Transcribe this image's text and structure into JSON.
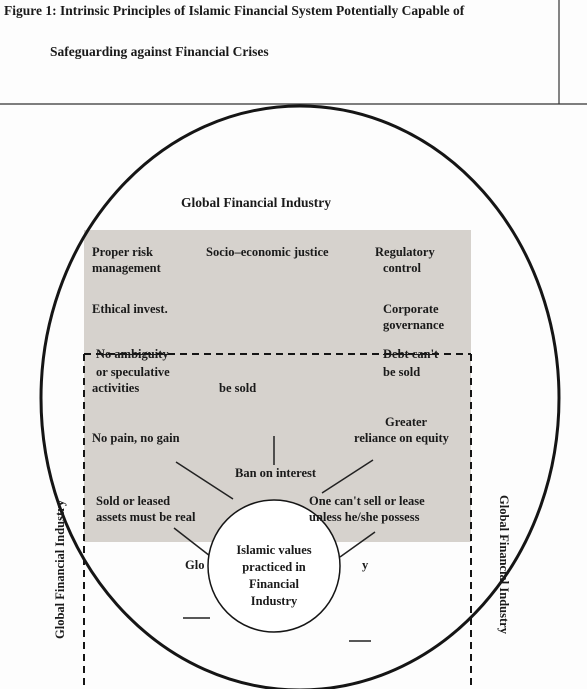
{
  "figure": {
    "title_line1": "Figure 1: Intrinsic Principles of Islamic Financial System Potentially Capable of",
    "title_line2": "Safeguarding against Financial Crises"
  },
  "diagram": {
    "top_label": "Global Financial Industry",
    "left_label": "Global Financial Industry",
    "right_label": "Global Financial Industry",
    "bottom_partial_left": "Glo",
    "bottom_partial_right": "y",
    "principles": {
      "risk_1": "Proper risk",
      "risk_2": "management",
      "socio": "Socio–economic justice",
      "regulatory_1": "Regulatory",
      "regulatory_2": "control",
      "ethical": "Ethical invest.",
      "corporate_1": "Corporate",
      "corporate_2": "governance",
      "no_ambiguity_1": "No ambiguity",
      "no_ambiguity_2": "or speculative",
      "no_ambiguity_3": "activities",
      "be_sold_center": "be sold",
      "debt_1": "Debt can't",
      "debt_2": "be sold",
      "greater_1": "Greater",
      "greater_2": "reliance on equity",
      "no_pain": "No pain, no gain",
      "ban_interest": "Ban on interest",
      "sold_leased_1": "Sold or leased",
      "sold_leased_2": "assets must be real",
      "one_cant_1": "One can't sell or lease",
      "one_cant_2": "unless he/she possess"
    },
    "center_1": "Islamic values",
    "center_2": "practiced in",
    "center_3": "Financial",
    "center_4": "Industry"
  }
}
